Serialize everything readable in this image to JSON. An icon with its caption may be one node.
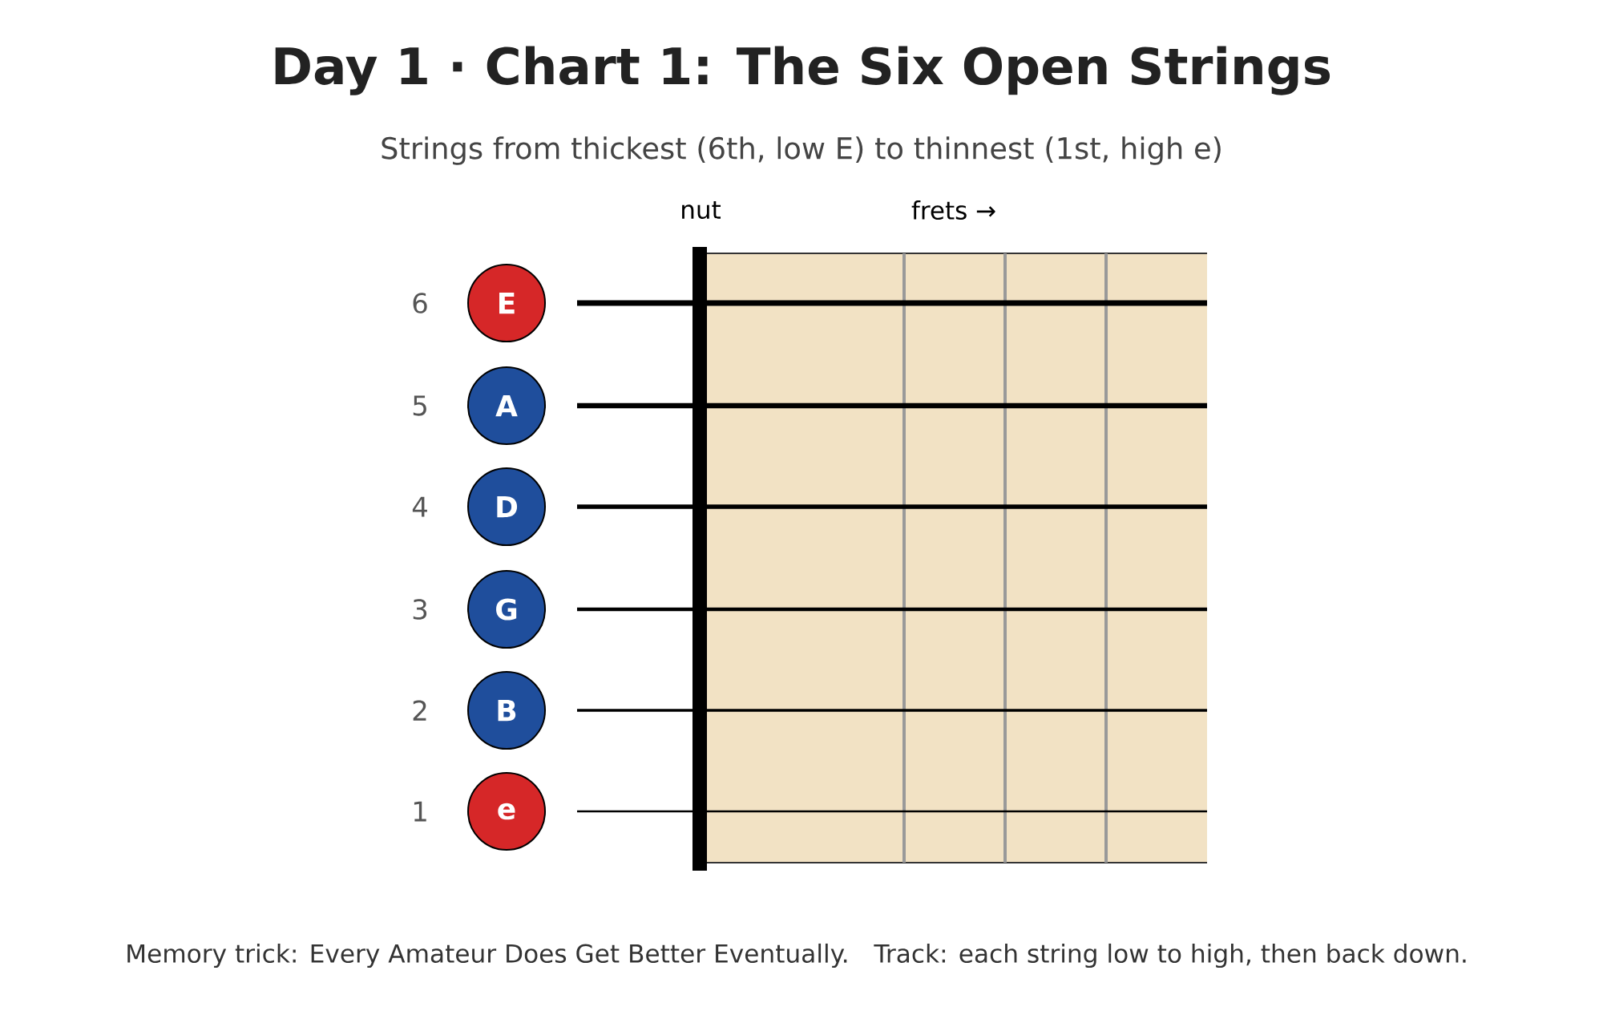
{
  "diagram": {
    "title": "Day 1 · Chart 1: The Six Open Strings",
    "nodes": [
      {
        "text": [
          "E"
        ],
        "beside": [
          "6"
        ]
      },
      {
        "text": [
          "A"
        ],
        "beside": [
          "5"
        ]
      },
      {
        "text": [
          "D"
        ],
        "beside": [
          "4"
        ]
      },
      {
        "text": [
          "G"
        ],
        "beside": [
          "3"
        ]
      },
      {
        "text": [
          "B"
        ],
        "beside": [
          "2"
        ]
      },
      {
        "text": [
          "e"
        ],
        "beside": [
          "1"
        ]
      }
    ],
    "labels": [
      "Strings from thickest (6th, low E) to thinnest (1st, high e)",
      "nut",
      "frets →",
      "Memory trick: Every Amateur Does Get Better Eventually.",
      "Track: each string low to high, then back down."
    ]
  }
}
